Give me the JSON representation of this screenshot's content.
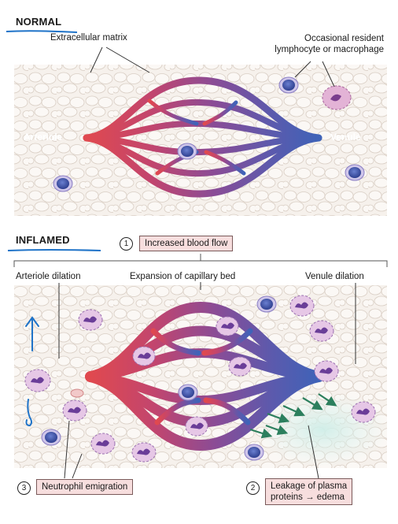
{
  "normal": {
    "title": "NORMAL",
    "label_matrix": "Extracellular matrix",
    "label_resident_line1": "Occasional resident",
    "label_resident_line2": "lymphocyte or macrophage",
    "label_arteriole": "Arteriole",
    "label_venule": "Venule"
  },
  "inflamed": {
    "title": "INFLAMED",
    "step1_number": "1",
    "step1_text": "Increased blood flow",
    "label_arteriole_dilation": "Arteriole dilation",
    "label_capillary_expansion": "Expansion of capillary bed",
    "label_venule_dilation": "Venule dilation",
    "step3_number": "3",
    "step3_text": "Neutrophil emigration",
    "step2_number": "2",
    "step2_line1": "Leakage of plasma",
    "step2_line2": "proteins → edema"
  },
  "colors": {
    "artery": "#e0494f",
    "vein": "#3f63b8",
    "annotation_ink": "#1f73c8",
    "box_fill": "#f7dede"
  }
}
